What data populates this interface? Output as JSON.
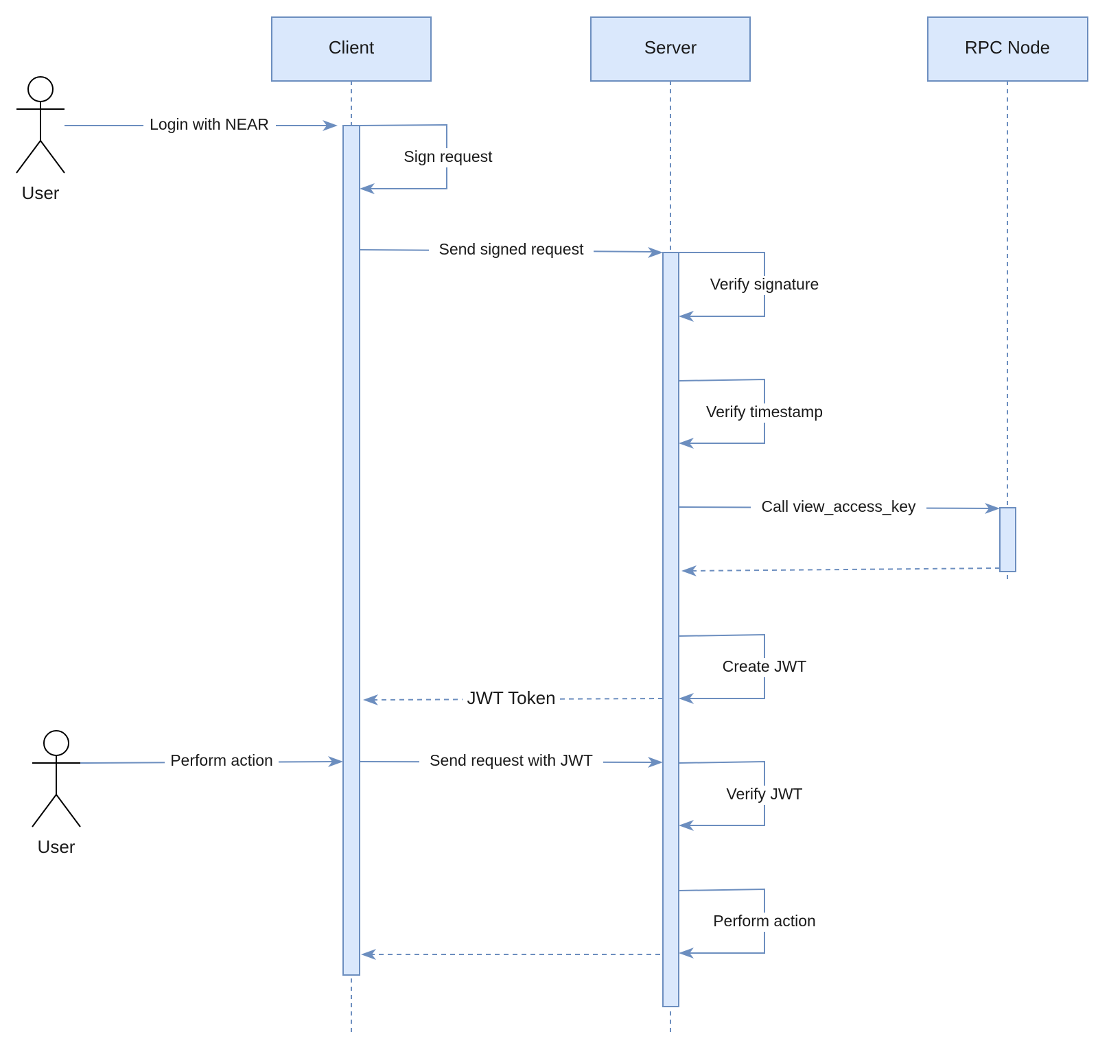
{
  "participants": {
    "client": "Client",
    "server": "Server",
    "rpc": "RPC Node"
  },
  "actors": {
    "user_top": "User",
    "user_bottom": "User"
  },
  "messages": {
    "login": "Login with NEAR",
    "sign_request": "Sign request",
    "send_signed": "Send signed request",
    "verify_signature": "Verify signature",
    "verify_timestamp": "Verify timestamp",
    "call_view": "Call view_access_key",
    "rpc_return": "",
    "create_jwt": "Create JWT",
    "jwt_token": "JWT Token",
    "perform_action_user": "Perform action",
    "send_with_jwt": "Send request with JWT",
    "verify_jwt": "Verify JWT",
    "perform_action_server": "Perform action",
    "final_return": ""
  },
  "colors": {
    "participant_fill": "#dae8fc",
    "participant_stroke": "#6c8ebf",
    "actor_stroke": "#000000"
  }
}
